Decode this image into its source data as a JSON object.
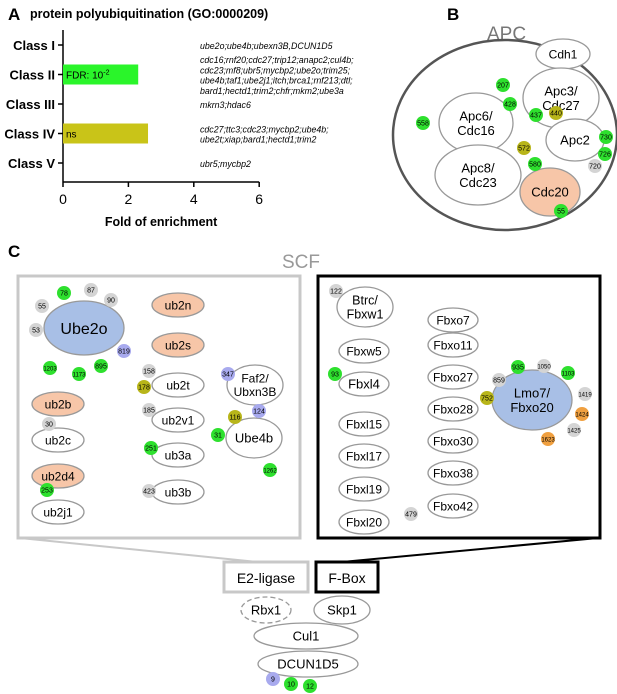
{
  "panelA": {
    "letter": "A",
    "title": "protein polyubiquitination (GO:0000209)",
    "xlabel": "Fold of enrichment",
    "ticks": [
      "0",
      "2",
      "4",
      "6"
    ],
    "bars": [
      {
        "label": "Class I",
        "value": 0,
        "annot": "",
        "color": "",
        "genes": [
          "ube2o;ube4b;ubexn3B,DCUN1D5"
        ]
      },
      {
        "label": "Class II",
        "value": 2.3,
        "annot": "FDR: 10",
        "annot_sup": "-2",
        "color": "#2af52a",
        "genes": [
          "cdc16;rnf20;cdc27;trip12;anapc2;cul4b;",
          "cdc23;mf8;ubr5;mycbp2;ube2o;trim25;",
          "ube4b;taf1;ube2j1;itch;brca1;rnf213;dtl;",
          "bard1;hectd1;trim2;chfr;mkm2;ube3a"
        ]
      },
      {
        "label": "Class III",
        "value": 0,
        "annot": "",
        "color": "",
        "genes": [
          "mkrn3;hdac6"
        ]
      },
      {
        "label": "Class IV",
        "value": 2.6,
        "annot": "ns",
        "annot_sup": "",
        "color": "#c9c418",
        "genes": [
          "cdc27;ttc3;cdc23;mycbp2;ube4b;",
          "ube2t;xiap;bard1;hectd1;trim2"
        ]
      },
      {
        "label": "Class V",
        "value": 0,
        "annot": "",
        "color": "",
        "genes": [
          "ubr5;mycbp2"
        ]
      }
    ]
  },
  "panelB": {
    "letter": "B",
    "title": "APC",
    "proteins": [
      "Cdh1",
      "Apc3/",
      "Cdc27",
      "Apc6/",
      "Cdc16",
      "Apc2",
      "Apc8/",
      "Cdc23",
      "Cdc20"
    ],
    "sites": [
      "207",
      "428",
      "437",
      "440",
      "558",
      "572",
      "580",
      "730",
      "726",
      "720",
      "55"
    ]
  },
  "panelC": {
    "letter": "C",
    "title": "SCF",
    "e2": {
      "label": "E2-ligase",
      "proteins": [
        "Ube2o",
        "ub2n",
        "ub2s",
        "ub2t",
        "ub2v1",
        "ub3a",
        "ub3b",
        "ub2b",
        "ub2c",
        "ub2d4",
        "ub2j1",
        "Faf2/",
        "Ubxn3B",
        "Ube4b"
      ],
      "sites": [
        "78",
        "87",
        "90",
        "55",
        "53",
        "819",
        "1203",
        "1173",
        "895",
        "158",
        "178",
        "185",
        "251",
        "423",
        "30",
        "253",
        "347",
        "116",
        "124",
        "31",
        "1262"
      ]
    },
    "fbox": {
      "label": "F-Box",
      "proteins": [
        "Btrc/",
        "Fbxw1",
        "Fbxw5",
        "Fbxl4",
        "Fbxl15",
        "Fbxl17",
        "Fbxl19",
        "Fbxl20",
        "Fbxo7",
        "Fbxo11",
        "Fbxo27",
        "Fbxo28",
        "Fbxo30",
        "Fbxo38",
        "Fbxo42",
        "Lmo7/",
        "Fbxo20"
      ],
      "sites": [
        "122",
        "93",
        "479",
        "935",
        "1050",
        "1103",
        "859",
        "1419",
        "752",
        "1424",
        "1425",
        "1623"
      ]
    },
    "core": {
      "proteins": [
        "Rbx1",
        "Skp1",
        "Cul1",
        "DCUN1D5"
      ],
      "sites": [
        "9",
        "10",
        "12"
      ]
    }
  }
}
